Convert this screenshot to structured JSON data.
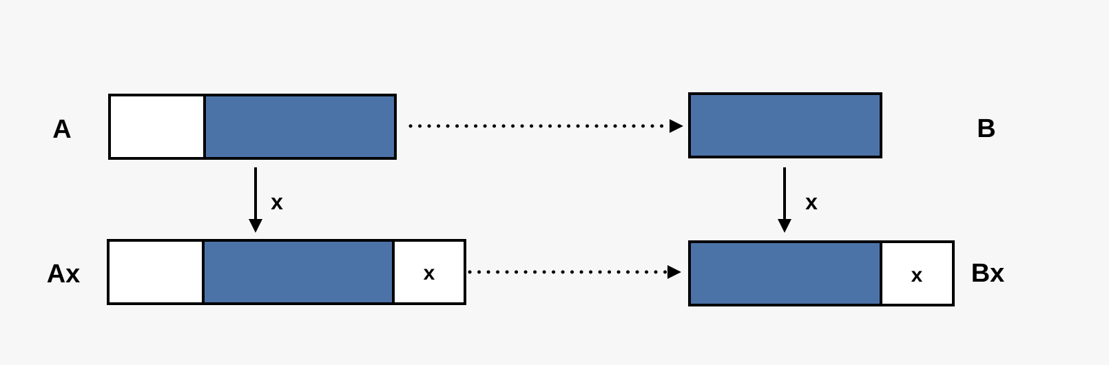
{
  "colors": {
    "background": "#f7f7f7",
    "filled": "#4c73a8",
    "empty": "#ffffff",
    "stroke": "#000000"
  },
  "labels": {
    "a": "A",
    "b": "B",
    "ax": "Ax",
    "bx": "Bx"
  },
  "cells": {
    "ax_suffix": "x",
    "bx_suffix": "x"
  },
  "arrows": {
    "left_down": "x",
    "right_down": "x"
  }
}
